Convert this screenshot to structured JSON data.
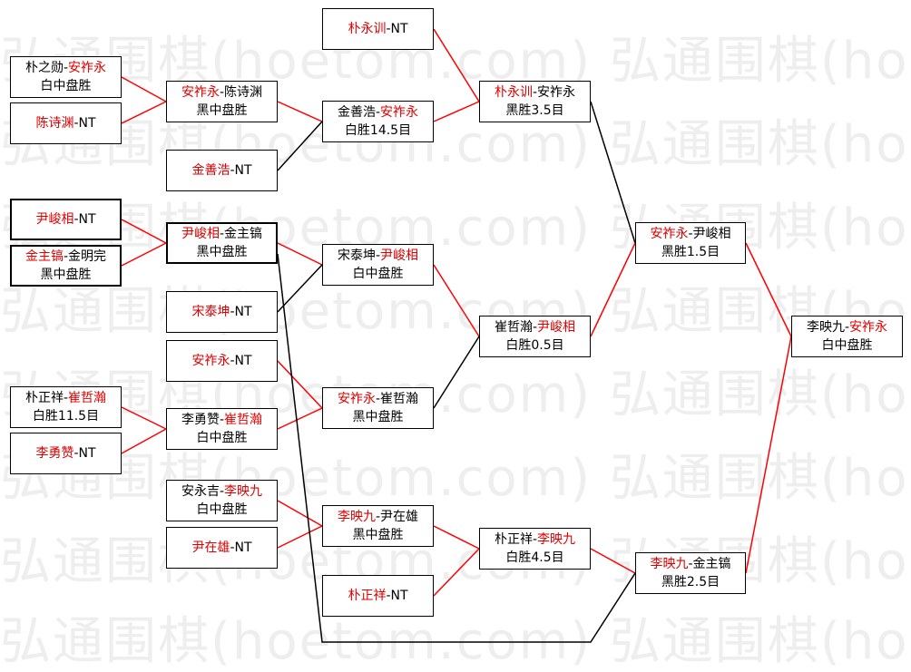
{
  "watermark": "弘通围棋(hoetom.com) 弘通围棋(ho",
  "colors": {
    "winner": "#e00000",
    "red_line": "#ff0000",
    "black_line": "#000000"
  },
  "matches": [
    {
      "id": "r1a",
      "p1": "朴之勋",
      "p2": "安祚永",
      "winner": 2,
      "result": "白中盘胜"
    },
    {
      "id": "r1b",
      "p1": "陈诗渊",
      "p2": "NT",
      "winner": 1,
      "result": ""
    },
    {
      "id": "r1c",
      "p1": "尹峻相",
      "p2": "NT",
      "winner": 1,
      "result": ""
    },
    {
      "id": "r1d",
      "p1": "金主镐",
      "p2": "金明完",
      "winner": 1,
      "result": "黑中盘胜"
    },
    {
      "id": "r1e",
      "p1": "朴正祥",
      "p2": "崔哲瀚",
      "winner": 2,
      "result": "白胜11.5目"
    },
    {
      "id": "r1f",
      "p1": "李勇赞",
      "p2": "NT",
      "winner": 1,
      "result": ""
    },
    {
      "id": "r2a",
      "p1": "安祚永",
      "p2": "陈诗渊",
      "winner": 1,
      "result": "黑中盘胜"
    },
    {
      "id": "r2b",
      "p1": "金善浩",
      "p2": "NT",
      "winner": 1,
      "result": ""
    },
    {
      "id": "r2c",
      "p1": "尹峻相",
      "p2": "金主镐",
      "winner": 1,
      "result": "黑中盘胜"
    },
    {
      "id": "r2d",
      "p1": "宋泰坤",
      "p2": "NT",
      "winner": 1,
      "result": ""
    },
    {
      "id": "r2e",
      "p1": "安祚永",
      "p2": "NT",
      "winner": 1,
      "result": ""
    },
    {
      "id": "r2f",
      "p1": "李勇赞",
      "p2": "崔哲瀚",
      "winner": 2,
      "result": "白中盘胜"
    },
    {
      "id": "r2g",
      "p1": "安永吉",
      "p2": "李映九",
      "winner": 2,
      "result": "白中盘胜"
    },
    {
      "id": "r2h",
      "p1": "尹在雄",
      "p2": "NT",
      "winner": 1,
      "result": ""
    },
    {
      "id": "r3a",
      "p1": "朴永训",
      "p2": "NT",
      "winner": 1,
      "result": ""
    },
    {
      "id": "r3b",
      "p1": "金善浩",
      "p2": "安祚永",
      "winner": 2,
      "result": "白胜14.5目"
    },
    {
      "id": "r3c",
      "p1": "宋泰坤",
      "p2": "尹峻相",
      "winner": 2,
      "result": "白中盘胜"
    },
    {
      "id": "r3d",
      "p1": "安祚永",
      "p2": "崔哲瀚",
      "winner": 1,
      "result": "黑中盘胜"
    },
    {
      "id": "r3e",
      "p1": "李映九",
      "p2": "尹在雄",
      "winner": 1,
      "result": "黑中盘胜"
    },
    {
      "id": "r3f",
      "p1": "朴正祥",
      "p2": "NT",
      "winner": 1,
      "result": ""
    },
    {
      "id": "r4a",
      "p1": "朴永训",
      "p2": "安祚永",
      "winner": 1,
      "result": "黑胜3.5目"
    },
    {
      "id": "r4b",
      "p1": "崔哲瀚",
      "p2": "尹峻相",
      "winner": 2,
      "result": "白胜0.5目"
    },
    {
      "id": "r4c",
      "p1": "朴正祥",
      "p2": "李映九",
      "winner": 2,
      "result": "白胜4.5目"
    },
    {
      "id": "r5a",
      "p1": "安祚永",
      "p2": "尹峻相",
      "winner": 1,
      "result": "黑胜1.5目"
    },
    {
      "id": "r5b",
      "p1": "李映九",
      "p2": "金主镐",
      "winner": 1,
      "result": "黑胜2.5目"
    },
    {
      "id": "final",
      "p1": "李映九",
      "p2": "安祚永",
      "winner": 2,
      "result": "白中盘胜"
    }
  ]
}
